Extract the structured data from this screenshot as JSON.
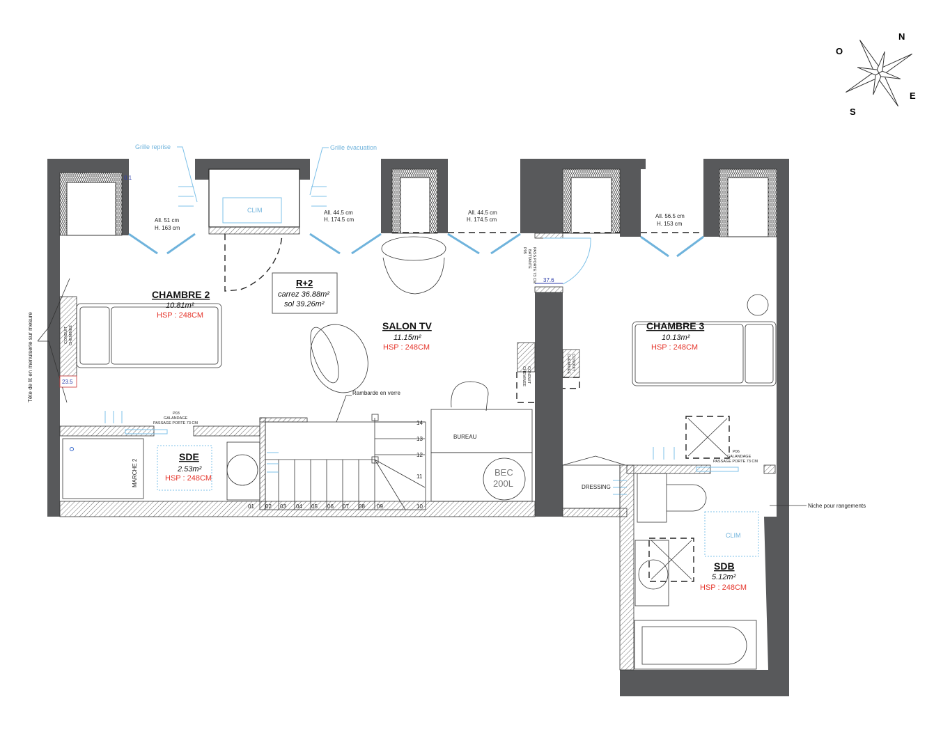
{
  "compass": {
    "north": "N",
    "east": "E",
    "south": "S",
    "west": "O"
  },
  "annotations": {
    "grille_reprise": "Grille reprise",
    "grille_evacuation": "Grille évacuation",
    "tete_de_lit": "Tête de lit en menuiserie sur mesure",
    "rambarde": "Rambarde en verre",
    "niche": "Niche pour rangements"
  },
  "windows": [
    {
      "width": "All. 51 cm",
      "height": "H. 163 cm"
    },
    {
      "width": "All. 44.5 cm",
      "height": "H. 174.5 cm"
    },
    {
      "width": "All. 44.5 cm",
      "height": "H. 174.5 cm"
    },
    {
      "width": "All. 56.5 cm",
      "height": "H. 153 cm"
    }
  ],
  "summary": {
    "level": "R+2",
    "carrez": "carrez 36.88m²",
    "sol": "sol 39.26m²"
  },
  "rooms": {
    "chambre2": {
      "name": "CHAMBRE 2",
      "area": "10.81m²",
      "hsp": "HSP : 248CM"
    },
    "salon": {
      "name": "SALON TV",
      "area": "11.15m²",
      "hsp": "HSP : 248CM"
    },
    "chambre3": {
      "name": "CHAMBRE 3",
      "area": "10.13m²",
      "hsp": "HSP : 248CM"
    },
    "sde": {
      "name": "SDE",
      "area": "2.53m²",
      "hsp": "HSP : 248CM"
    },
    "sdb": {
      "name": "SDB",
      "area": "5.12m²",
      "hsp": "HSP : 248CM"
    }
  },
  "labels": {
    "clim": "CLIM",
    "conduit_line1": "CONDUIT",
    "conduit_line2": "CHEMINEE",
    "bureau": "BUREAU",
    "bec_line1": "BEC",
    "bec_line2": "200L",
    "dressing": "DRESSING",
    "marche": "MARCHE 2"
  },
  "doors": {
    "p03": [
      "P03",
      "GALANDAGE",
      "PASSAGE PORTE 73 CM"
    ],
    "p05": [
      "P05",
      "BATTANTE",
      "PASS.PORTE 73 CM"
    ],
    "p06": [
      "P06",
      "GALANDAGE",
      "PASSAGE PORTE 73 CM"
    ]
  },
  "dimensions": {
    "d1": "0.1",
    "d2": "23.5",
    "d3": "37.6"
  },
  "stairs": [
    "01",
    "02",
    "03",
    "04",
    "05",
    "06",
    "07",
    "08",
    "09",
    "10",
    "11",
    "12",
    "13",
    "14"
  ],
  "colors": {
    "wall": "#58595b",
    "hsp": "#e5352b",
    "technical": "#6fb3dc",
    "dimension": "#2a3aa8"
  }
}
